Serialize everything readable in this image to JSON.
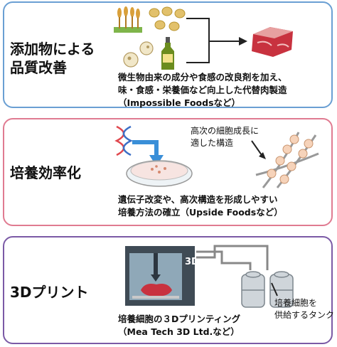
{
  "panels": [
    {
      "title_lines": [
        "添加物による",
        "品質改善"
      ],
      "caption_lines": [
        "微生物由来の成分や食感の改良剤を加え、",
        "味・食感・栄養価など向上した代替肉製造",
        "（Impossible Foodsなど）"
      ]
    },
    {
      "title_lines": [
        "培養効率化"
      ],
      "caption_lines": [
        "遺伝子改変や、高次構造を形成しやすい",
        "培養方法の確立（Upside Foodsなど）"
      ],
      "note_lines": [
        "高次の細胞成長に",
        "適した構造"
      ]
    },
    {
      "title_lines": [
        "3Dプリント"
      ],
      "caption_lines": [
        "培養細胞の３Dプリンティング",
        "（Mea Tech 3D Ltd.など）"
      ],
      "printer_label": "3D",
      "note_lines": [
        "培養細胞を",
        "供給するタンク"
      ]
    }
  ],
  "colors": {
    "panel1_border": "#6a9fd3",
    "panel2_border": "#e07b91",
    "panel3_border": "#7b5aa6",
    "meat": "#c8323f",
    "arrow_blue": "#3a8fd8"
  }
}
